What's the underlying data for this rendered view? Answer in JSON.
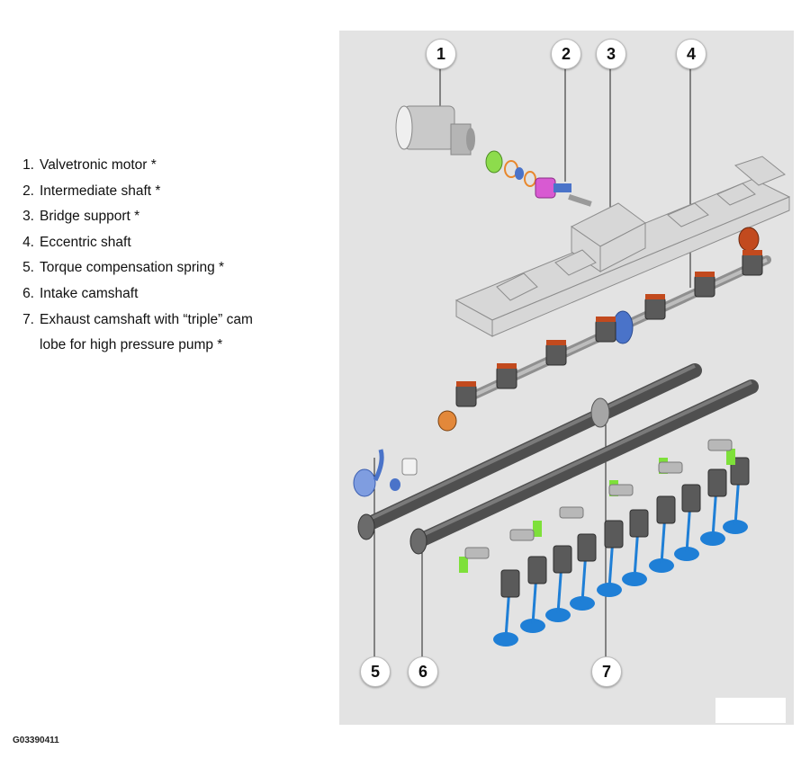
{
  "legend": [
    {
      "num": "1.",
      "text": "Valvetronic motor *"
    },
    {
      "num": "2.",
      "text": "Intermediate shaft *"
    },
    {
      "num": "3.",
      "text": "Bridge support *"
    },
    {
      "num": "4.",
      "text": "Eccentric shaft"
    },
    {
      "num": "5.",
      "text": "Torque compensation spring *"
    },
    {
      "num": "6.",
      "text": "Intake camshaft"
    },
    {
      "num": "7.",
      "text": "Exhaust camshaft with “triple” cam",
      "continuation": "lobe for high pressure pump *"
    }
  ],
  "callouts": [
    "1",
    "2",
    "3",
    "4",
    "5",
    "6",
    "7"
  ],
  "figure_code": "G03390411",
  "colors": {
    "panel_bg": "#e3e3e3",
    "valve_blue": "#1f7fd6",
    "rocker_green": "#7ee03a",
    "spring_grey": "#5a5a5a",
    "eccentric_orange": "#c24a1e",
    "shaft_blue": "#4a73c9"
  }
}
